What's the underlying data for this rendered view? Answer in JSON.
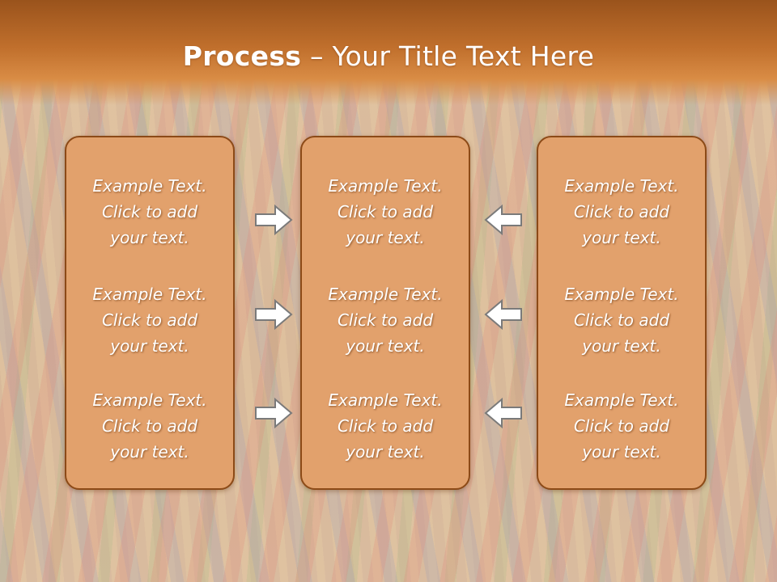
{
  "slide": {
    "title_bold": "Process",
    "title_rest": " – Your Title Text Here"
  },
  "panels": [
    {
      "name": "left",
      "items": [
        "Example Text.\nClick  to add\nyour text.",
        "Example Text.\nClick  to add\nyour text.",
        "Example Text.\nClick  to add\nyour text."
      ]
    },
    {
      "name": "center",
      "items": [
        "Example Text.\nClick  to add\nyour text.",
        "Example Text.\nClick  to add\nyour text.",
        "Example Text.\nClick  to add\nyour text."
      ]
    },
    {
      "name": "right",
      "items": [
        "Example Text.\nClick  to add\nyour text.",
        "Example Text.\nClick  to add\nyour text.",
        "Example Text.\nClick  to add\nyour text."
      ]
    }
  ],
  "arrows": {
    "left_to_center": "right-arrow-icon",
    "right_to_center": "left-arrow-icon"
  },
  "colors": {
    "title_bar": "#c06f2c",
    "panel_fill": "#e2a16c",
    "panel_border": "#8c4a17",
    "arrow_fill": "#ffffff",
    "arrow_stroke": "#7a7a7a"
  }
}
